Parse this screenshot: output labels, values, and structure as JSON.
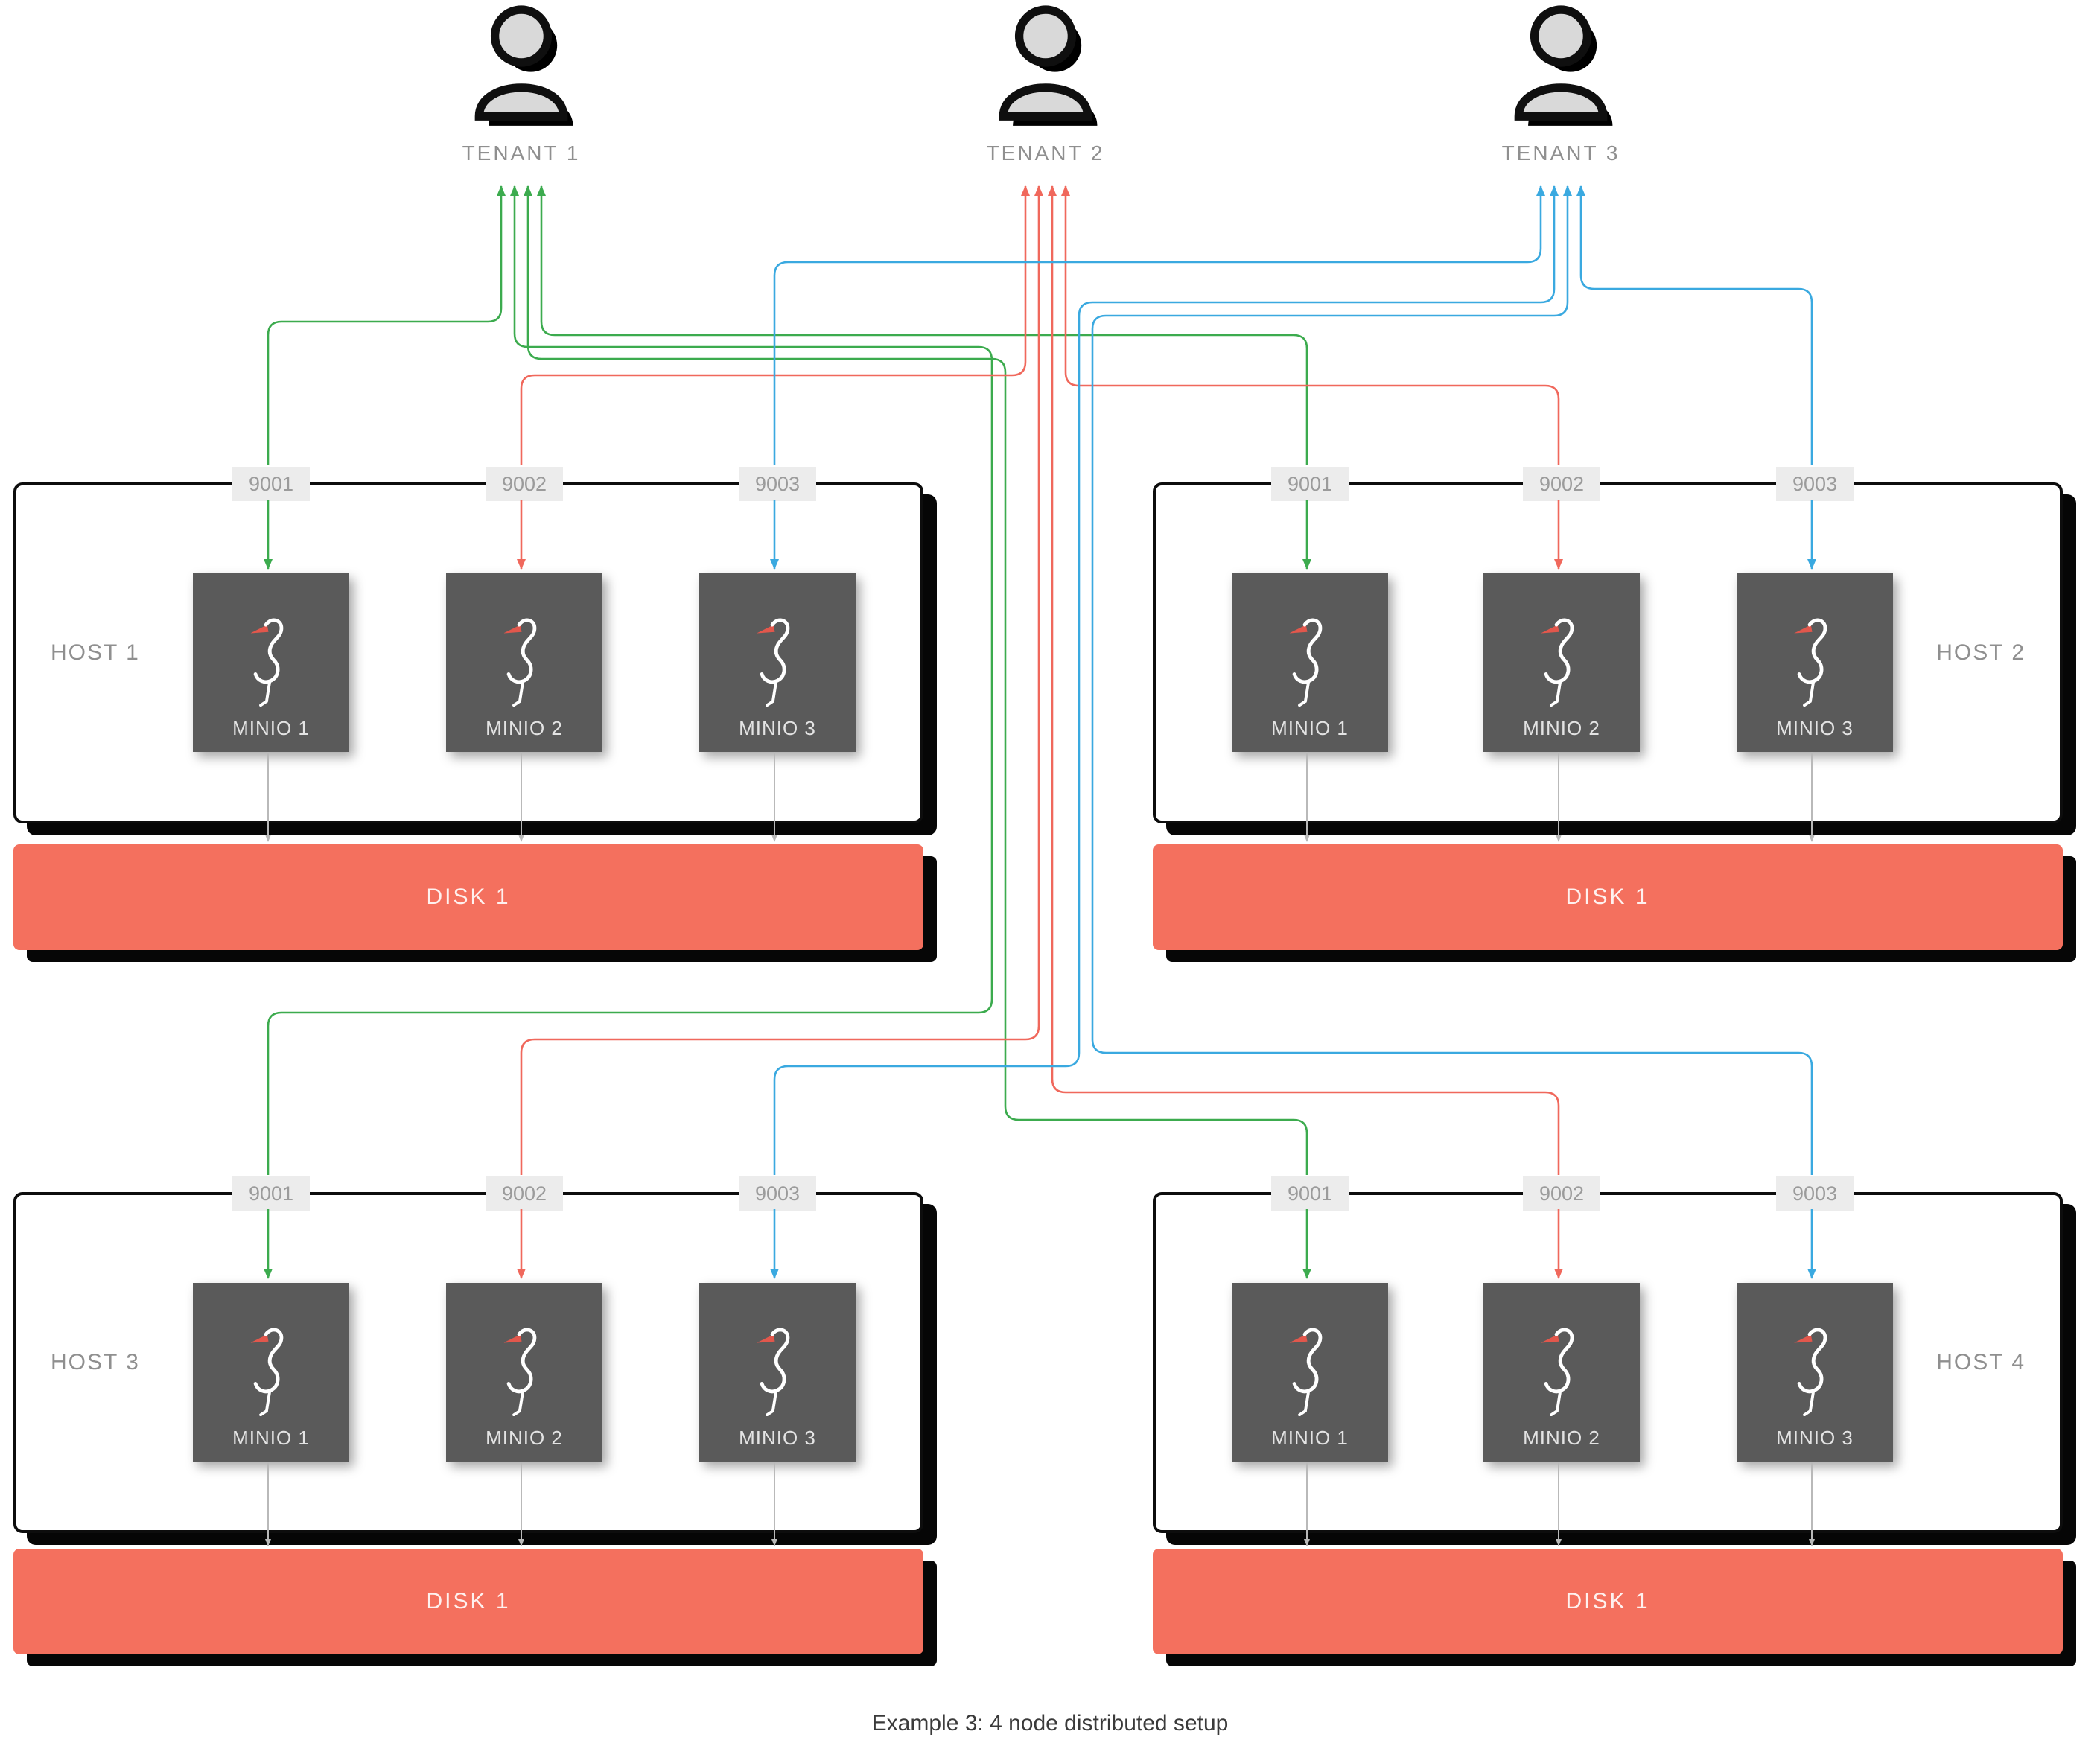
{
  "diagram": {
    "caption": "Example 3: 4 node distributed setup"
  },
  "colors": {
    "tenant1_green": "#3cab4e",
    "tenant2_red": "#f0685c",
    "tenant3_blue": "#3aa9e0",
    "disk_salmon": "#f4705e",
    "minio_box_gray": "#5a5a5a",
    "internal_link_gray": "#b9b9b9"
  },
  "tenants": [
    {
      "label": "TENANT 1",
      "color": "#3cab4e"
    },
    {
      "label": "TENANT 2",
      "color": "#f0685c"
    },
    {
      "label": "TENANT 3",
      "color": "#3aa9e0"
    }
  ],
  "hosts": [
    {
      "label": "HOST 1",
      "ports": [
        "9001",
        "9002",
        "9003"
      ],
      "minio_nodes": [
        "MINIO 1",
        "MINIO 2",
        "MINIO 3"
      ],
      "disk_label": "DISK 1"
    },
    {
      "label": "HOST 2",
      "ports": [
        "9001",
        "9002",
        "9003"
      ],
      "minio_nodes": [
        "MINIO 1",
        "MINIO 2",
        "MINIO 3"
      ],
      "disk_label": "DISK 1"
    },
    {
      "label": "HOST 3",
      "ports": [
        "9001",
        "9002",
        "9003"
      ],
      "minio_nodes": [
        "MINIO 1",
        "MINIO 2",
        "MINIO 3"
      ],
      "disk_label": "DISK 1"
    },
    {
      "label": "HOST 4",
      "ports": [
        "9001",
        "9002",
        "9003"
      ],
      "minio_nodes": [
        "MINIO 1",
        "MINIO 2",
        "MINIO 3"
      ],
      "disk_label": "DISK 1"
    }
  ],
  "connections": [
    {
      "tenant_index": 0,
      "host_index": 0,
      "tenant": "TENANT 1",
      "host": "HOST 1",
      "port": "9001",
      "color": "#3cab4e"
    },
    {
      "tenant_index": 0,
      "host_index": 1,
      "tenant": "TENANT 1",
      "host": "HOST 2",
      "port": "9001",
      "color": "#3cab4e"
    },
    {
      "tenant_index": 0,
      "host_index": 2,
      "tenant": "TENANT 1",
      "host": "HOST 3",
      "port": "9001",
      "color": "#3cab4e"
    },
    {
      "tenant_index": 0,
      "host_index": 3,
      "tenant": "TENANT 1",
      "host": "HOST 4",
      "port": "9001",
      "color": "#3cab4e"
    },
    {
      "tenant_index": 1,
      "host_index": 0,
      "tenant": "TENANT 2",
      "host": "HOST 1",
      "port": "9002",
      "color": "#f0685c"
    },
    {
      "tenant_index": 1,
      "host_index": 1,
      "tenant": "TENANT 2",
      "host": "HOST 2",
      "port": "9002",
      "color": "#f0685c"
    },
    {
      "tenant_index": 1,
      "host_index": 2,
      "tenant": "TENANT 2",
      "host": "HOST 3",
      "port": "9002",
      "color": "#f0685c"
    },
    {
      "tenant_index": 1,
      "host_index": 3,
      "tenant": "TENANT 2",
      "host": "HOST 4",
      "port": "9002",
      "color": "#f0685c"
    },
    {
      "tenant_index": 2,
      "host_index": 0,
      "tenant": "TENANT 3",
      "host": "HOST 1",
      "port": "9003",
      "color": "#3aa9e0"
    },
    {
      "tenant_index": 2,
      "host_index": 1,
      "tenant": "TENANT 3",
      "host": "HOST 2",
      "port": "9003",
      "color": "#3aa9e0"
    },
    {
      "tenant_index": 2,
      "host_index": 2,
      "tenant": "TENANT 3",
      "host": "HOST 3",
      "port": "9003",
      "color": "#3aa9e0"
    },
    {
      "tenant_index": 2,
      "host_index": 3,
      "tenant": "TENANT 3",
      "host": "HOST 4",
      "port": "9003",
      "color": "#3aa9e0"
    }
  ]
}
